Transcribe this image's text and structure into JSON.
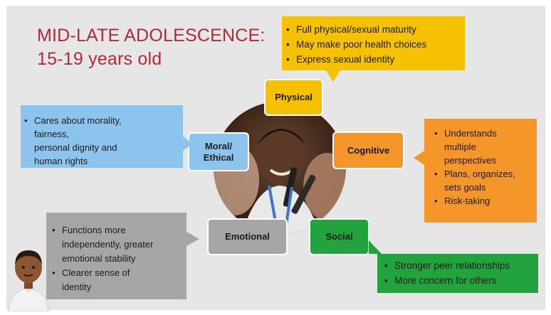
{
  "title": {
    "line1": "MID-LATE ADOLESCENCE:",
    "line2": "15-19 years old"
  },
  "hubs": {
    "physical": "Physical",
    "moral": "Moral/\nEthical",
    "cognitive": "Cognitive",
    "emotional": "Emotional",
    "social": "Social"
  },
  "callouts": {
    "physical": [
      "Full physical/sexual maturity",
      "May make poor health choices",
      "Express sexual identity"
    ],
    "moral": [
      "Cares about morality,\nfairness,\npersonal dignity and\nhuman rights"
    ],
    "cognitive": [
      "Understands\nmultiple\nperspectives",
      "Plans, organizes,\nsets goals",
      "Risk-taking"
    ],
    "emotional": [
      "Functions more\nindependently, greater\nemotional stability",
      "Clearer sense of\nidentity"
    ],
    "social": [
      "Stronger peer relationships",
      "More concern for others"
    ]
  },
  "colors": {
    "title": "#b02a38",
    "physical": "#f5c100",
    "moral": "#8cc4ee",
    "cognitive": "#f5962a",
    "emotional": "#a6a6a6",
    "social": "#22a33d"
  }
}
